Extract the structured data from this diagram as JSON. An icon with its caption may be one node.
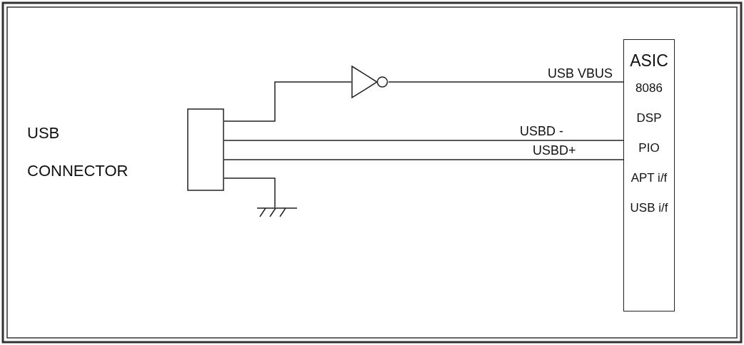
{
  "diagram": {
    "nodes": [
      {
        "text": [],
        "shape": "box",
        "beside": [
          "USB CONNECTOR"
        ]
      },
      {
        "text": [],
        "shape": "triangle"
      },
      {
        "text": [
          "ASIC",
          "8086",
          "DSP",
          "PIO",
          "APT i/f",
          "USB i/f"
        ]
      },
      {
        "text": [],
        "shape": "ground"
      }
    ],
    "edges": [
      {
        "from": 0,
        "to": 1,
        "arrow": "none"
      },
      {
        "from": 1,
        "to": 2,
        "arrow": "none",
        "label": "USB VBUS"
      },
      {
        "from": 0,
        "to": 2,
        "arrow": "none",
        "label": "USBD -"
      },
      {
        "from": 0,
        "to": 2,
        "arrow": "none",
        "label": "USBD+"
      },
      {
        "from": 0,
        "to": 3,
        "arrow": "none"
      }
    ]
  }
}
